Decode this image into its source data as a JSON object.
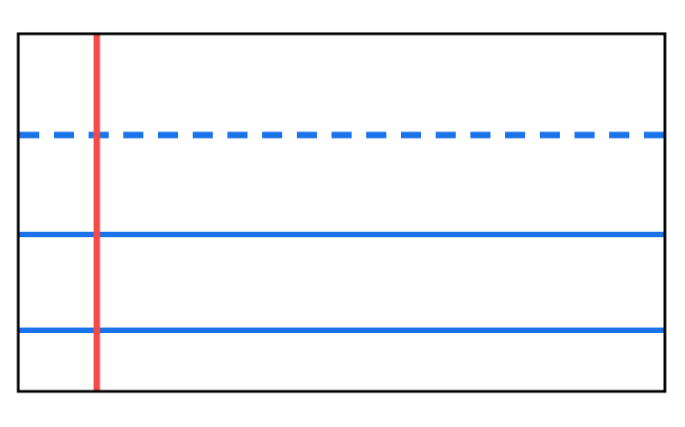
{
  "diagram": {
    "type": "handwriting-ruled-paper",
    "colors": {
      "frame": "#000000",
      "margin_line": "#f44a4a",
      "guide_lines": "#1a73e8",
      "background": "#ffffff"
    },
    "lines": [
      {
        "name": "midline",
        "style": "dashed"
      },
      {
        "name": "baseline",
        "style": "solid"
      },
      {
        "name": "bottom-line",
        "style": "solid"
      }
    ],
    "margin_line_style": "solid"
  }
}
